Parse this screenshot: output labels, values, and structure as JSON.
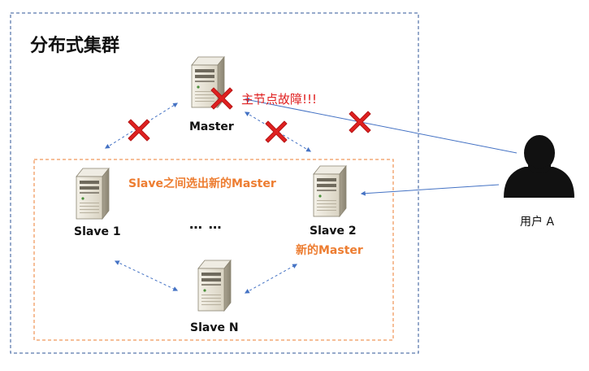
{
  "title": "分布式集群",
  "master": {
    "label": "Master",
    "fault_note": "主节点故障!!!"
  },
  "slaves": {
    "slave1": "Slave 1",
    "slave2": "Slave 2",
    "slaveN": "Slave N",
    "ellipsis": "… …",
    "election_note": "Slave之间选出新的Master",
    "new_master_note": "新的Master"
  },
  "user": {
    "label": "用户 A"
  },
  "colors": {
    "cluster_border": "#2f5597",
    "group_border": "#ed7d31",
    "arrow": "#4472c4",
    "cross": "#e02020",
    "highlight_text": "#ed7d31"
  }
}
